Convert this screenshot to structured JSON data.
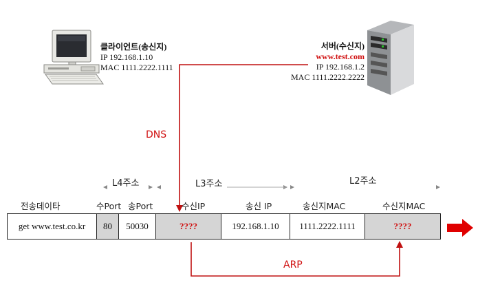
{
  "client": {
    "title": "클라이언트(송신지)",
    "ip": "IP 192.168.1.10",
    "mac": "MAC 1111.2222.1111"
  },
  "server": {
    "title": "서버(수신지)",
    "domain": "www.test.com",
    "ip": "IP 192.168.1.2",
    "mac": "MAC 1111.2222.2222"
  },
  "arrows": {
    "dns": "DNS",
    "arp": "ARP"
  },
  "layers": {
    "l4": "L4주소",
    "l3": "L3주소",
    "l2": "L2주소"
  },
  "headers": {
    "data": "전송데이타",
    "dst_port": "수Port",
    "src_port": "송Port",
    "dst_ip": "수신IP",
    "src_ip": "송신 IP",
    "src_mac": "송신지MAC",
    "dst_mac": "수신지MAC"
  },
  "cells": {
    "data": "get www.test.co.kr",
    "dst_port": "80",
    "src_port": "50030",
    "dst_ip": "????",
    "src_ip": "192.168.1.10",
    "src_mac": "1111.2222.1111",
    "dst_mac": "????"
  },
  "colors": {
    "accent": "#d01010",
    "unknown_cell": "#d5d5d5"
  }
}
